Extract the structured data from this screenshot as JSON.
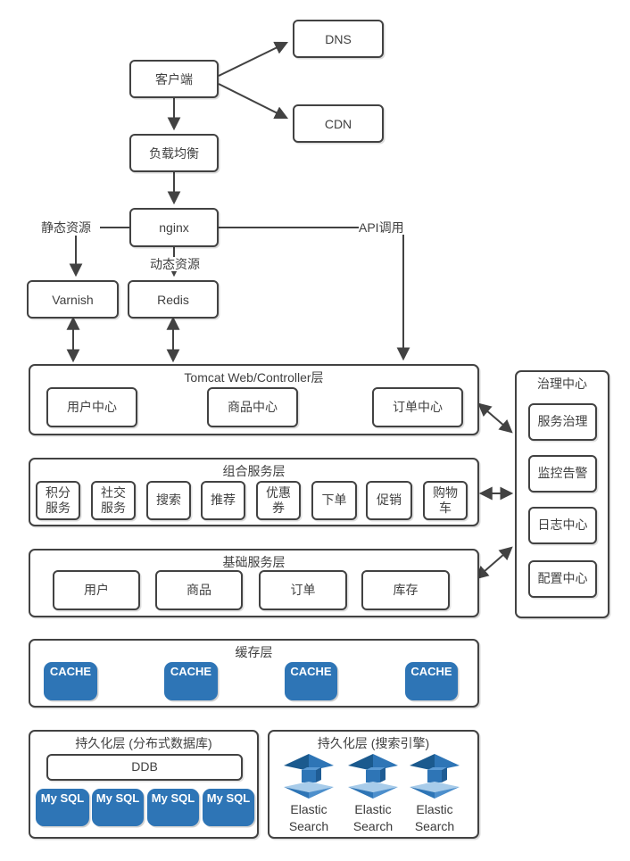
{
  "diagram": {
    "nodes": {
      "client": "客户端",
      "dns": "DNS",
      "cdn": "CDN",
      "load_balancer": "负载均衡",
      "nginx": "nginx",
      "varnish": "Varnish",
      "redis": "Redis"
    },
    "edge_labels": {
      "static_resources": "静态资源",
      "dynamic_resources": "动态资源",
      "api_call": "API调用"
    },
    "layers": {
      "tomcat": {
        "title": "Tomcat Web/Controller层",
        "items": [
          "用户中心",
          "商品中心",
          "订单中心"
        ]
      },
      "composite": {
        "title": "组合服务层",
        "items": [
          "积分服务",
          "社交服务",
          "搜索",
          "推荐",
          "优惠券",
          "下单",
          "促销",
          "购物车"
        ]
      },
      "basic": {
        "title": "基础服务层",
        "items": [
          "用户",
          "商品",
          "订单",
          "库存"
        ]
      },
      "cache": {
        "title": "缓存层",
        "items": [
          "CACHE",
          "CACHE",
          "CACHE",
          "CACHE"
        ]
      },
      "persistence_db": {
        "title": "持久化层 (分布式数据库)",
        "ddb": "DDB",
        "items": [
          "My SQL",
          "My SQL",
          "My SQL",
          "My SQL"
        ]
      },
      "persistence_search": {
        "title": "持久化层 (搜索引擎)",
        "items": [
          "Elastic Search",
          "Elastic Search",
          "Elastic Search"
        ]
      },
      "governance": {
        "title": "治理中心",
        "items": [
          "服务治理",
          "监控告警",
          "日志中心",
          "配置中心"
        ]
      }
    },
    "colors": {
      "accent_blue": "#2E75B6",
      "line": "#424242",
      "es_dark": "#1B5A8E",
      "es_mid": "#2E75B6",
      "es_light": "#A8CCEA"
    }
  }
}
